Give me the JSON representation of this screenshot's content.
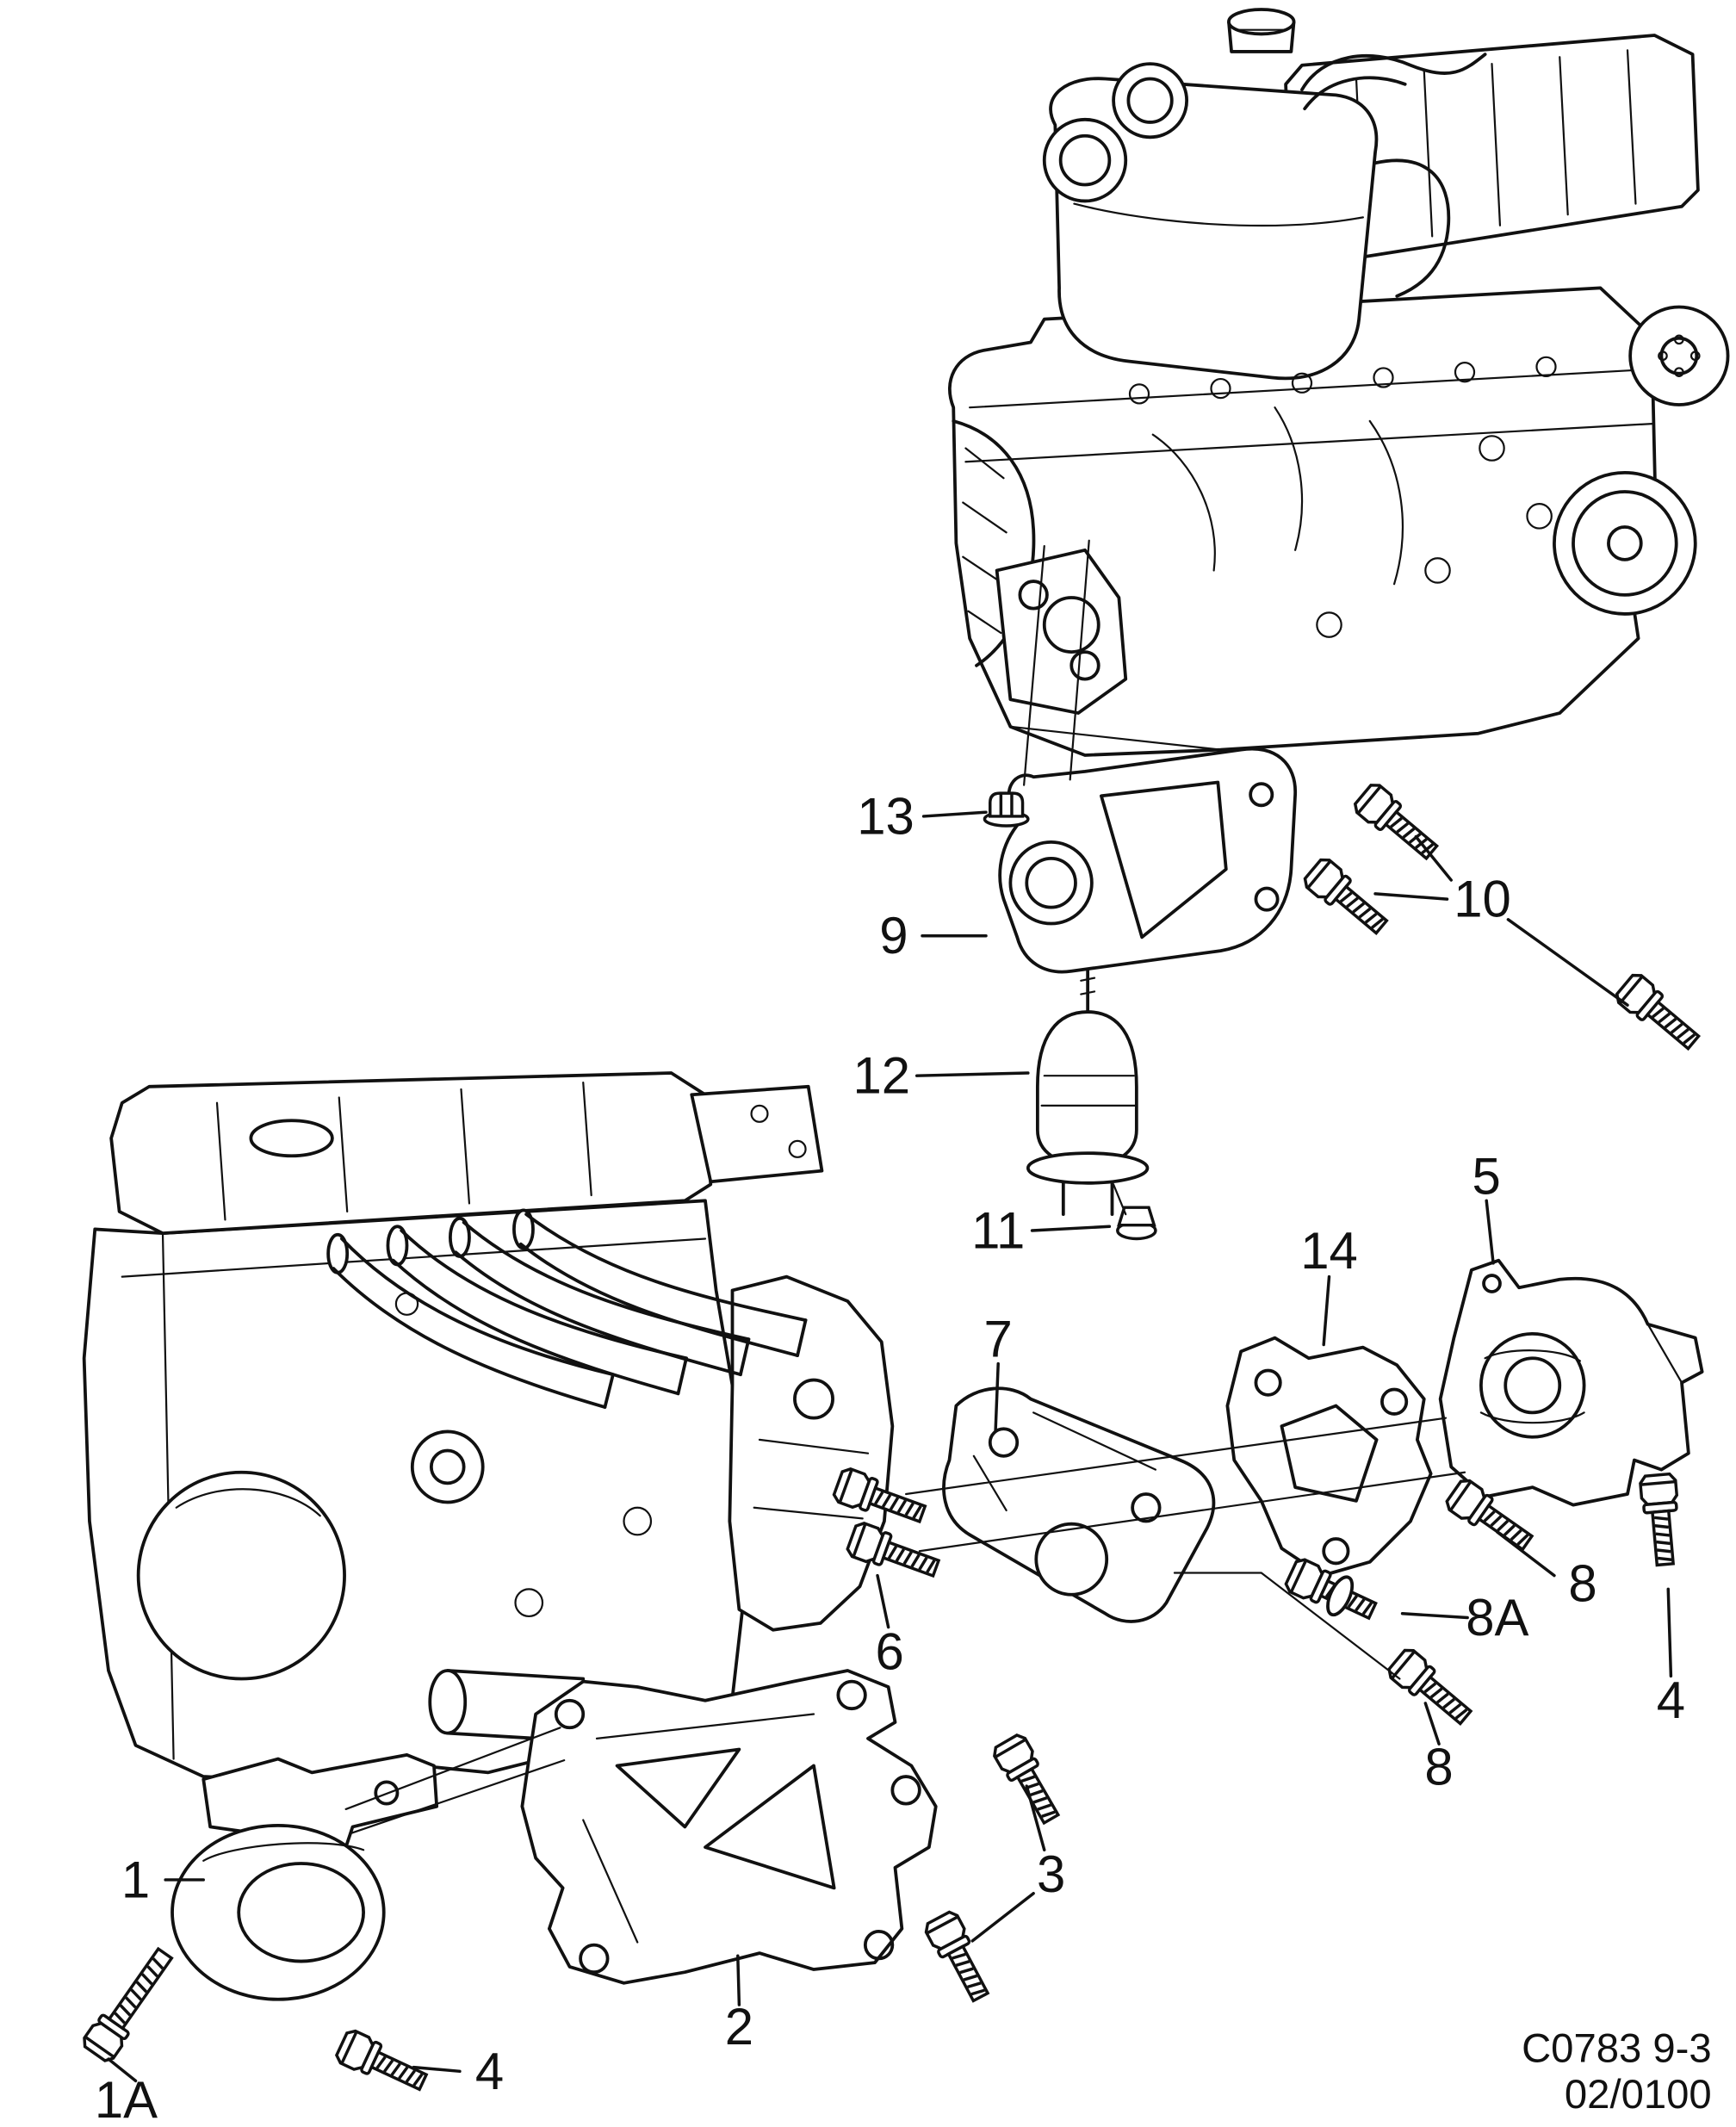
{
  "diagram": {
    "type": "exploded-parts-diagram",
    "subject": "engine-mounting-and-suspension"
  },
  "callouts": [
    {
      "label": "1"
    },
    {
      "label": "1A"
    },
    {
      "label": "2"
    },
    {
      "label": "3"
    },
    {
      "label": "4"
    },
    {
      "label": "4"
    },
    {
      "label": "5"
    },
    {
      "label": "6"
    },
    {
      "label": "7"
    },
    {
      "label": "8"
    },
    {
      "label": "8A"
    },
    {
      "label": "8"
    },
    {
      "label": "9"
    },
    {
      "label": "10"
    },
    {
      "label": "11"
    },
    {
      "label": "12"
    },
    {
      "label": "13"
    },
    {
      "label": "14"
    }
  ],
  "footer": {
    "ref_code": "C0783 9-3",
    "revision": "02/0100"
  }
}
